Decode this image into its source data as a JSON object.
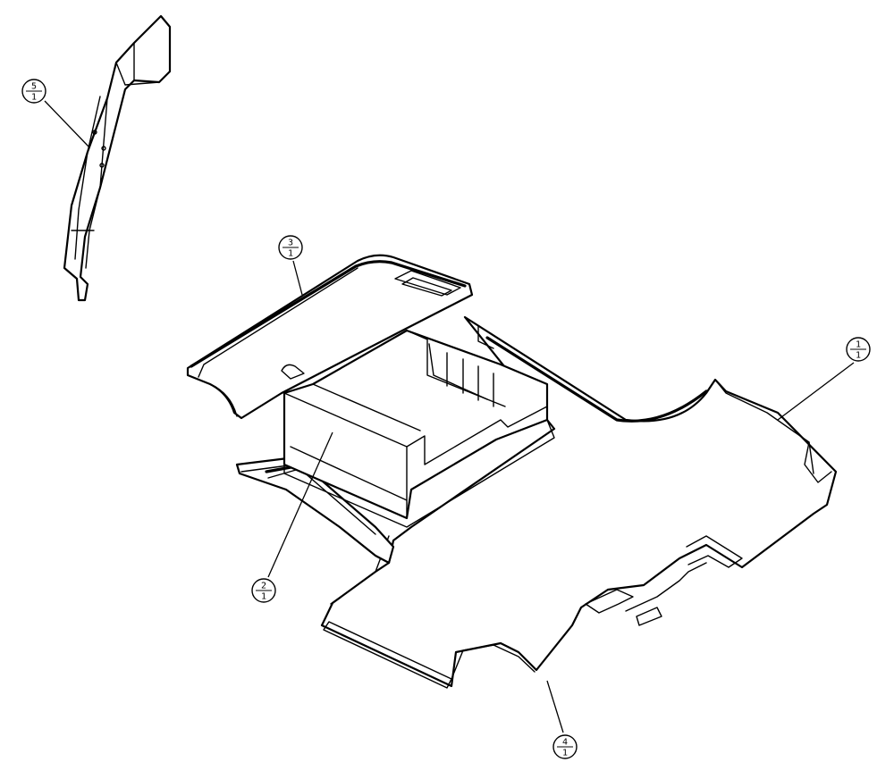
{
  "callouts": [
    {
      "id": "callout-5",
      "item": "5",
      "qty": "1"
    },
    {
      "id": "callout-3",
      "item": "3",
      "qty": "1"
    },
    {
      "id": "callout-1",
      "item": "1",
      "qty": "1"
    },
    {
      "id": "callout-2",
      "item": "2",
      "qty": "1"
    },
    {
      "id": "callout-4",
      "item": "4",
      "qty": "1"
    }
  ],
  "colors": {
    "line": "#000000",
    "background": "#ffffff"
  }
}
